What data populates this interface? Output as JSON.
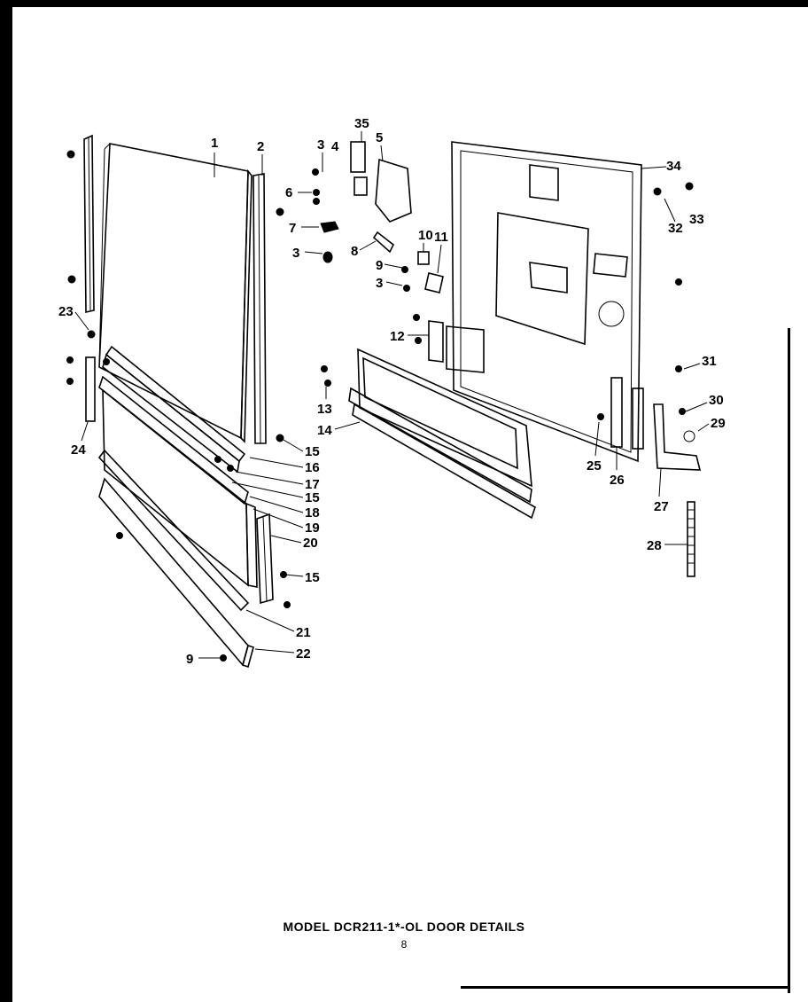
{
  "caption": "MODEL DCR211-1*-OL DOOR DETAILS",
  "page_number": "8",
  "callouts": {
    "c1": "1",
    "c2": "2",
    "c3a": "3",
    "c35": "35",
    "c4": "4",
    "c5": "5",
    "c6": "6",
    "c7": "7",
    "c3b": "3",
    "c8": "8",
    "c10": "10",
    "c11": "11",
    "c9a": "9",
    "c3c": "3",
    "c34": "34",
    "c32": "32",
    "c33": "33",
    "c23": "23",
    "c12": "12",
    "c31": "31",
    "c13": "13",
    "c30": "30",
    "c29": "29",
    "c14": "14",
    "c24": "24",
    "c15a": "15",
    "c16": "16",
    "c17": "17",
    "c15b": "15",
    "c18": "18",
    "c19": "19",
    "c20": "20",
    "c25": "25",
    "c26": "26",
    "c27": "27",
    "c28": "28",
    "c15c": "15",
    "c21": "21",
    "c22": "22",
    "c9b": "9"
  }
}
